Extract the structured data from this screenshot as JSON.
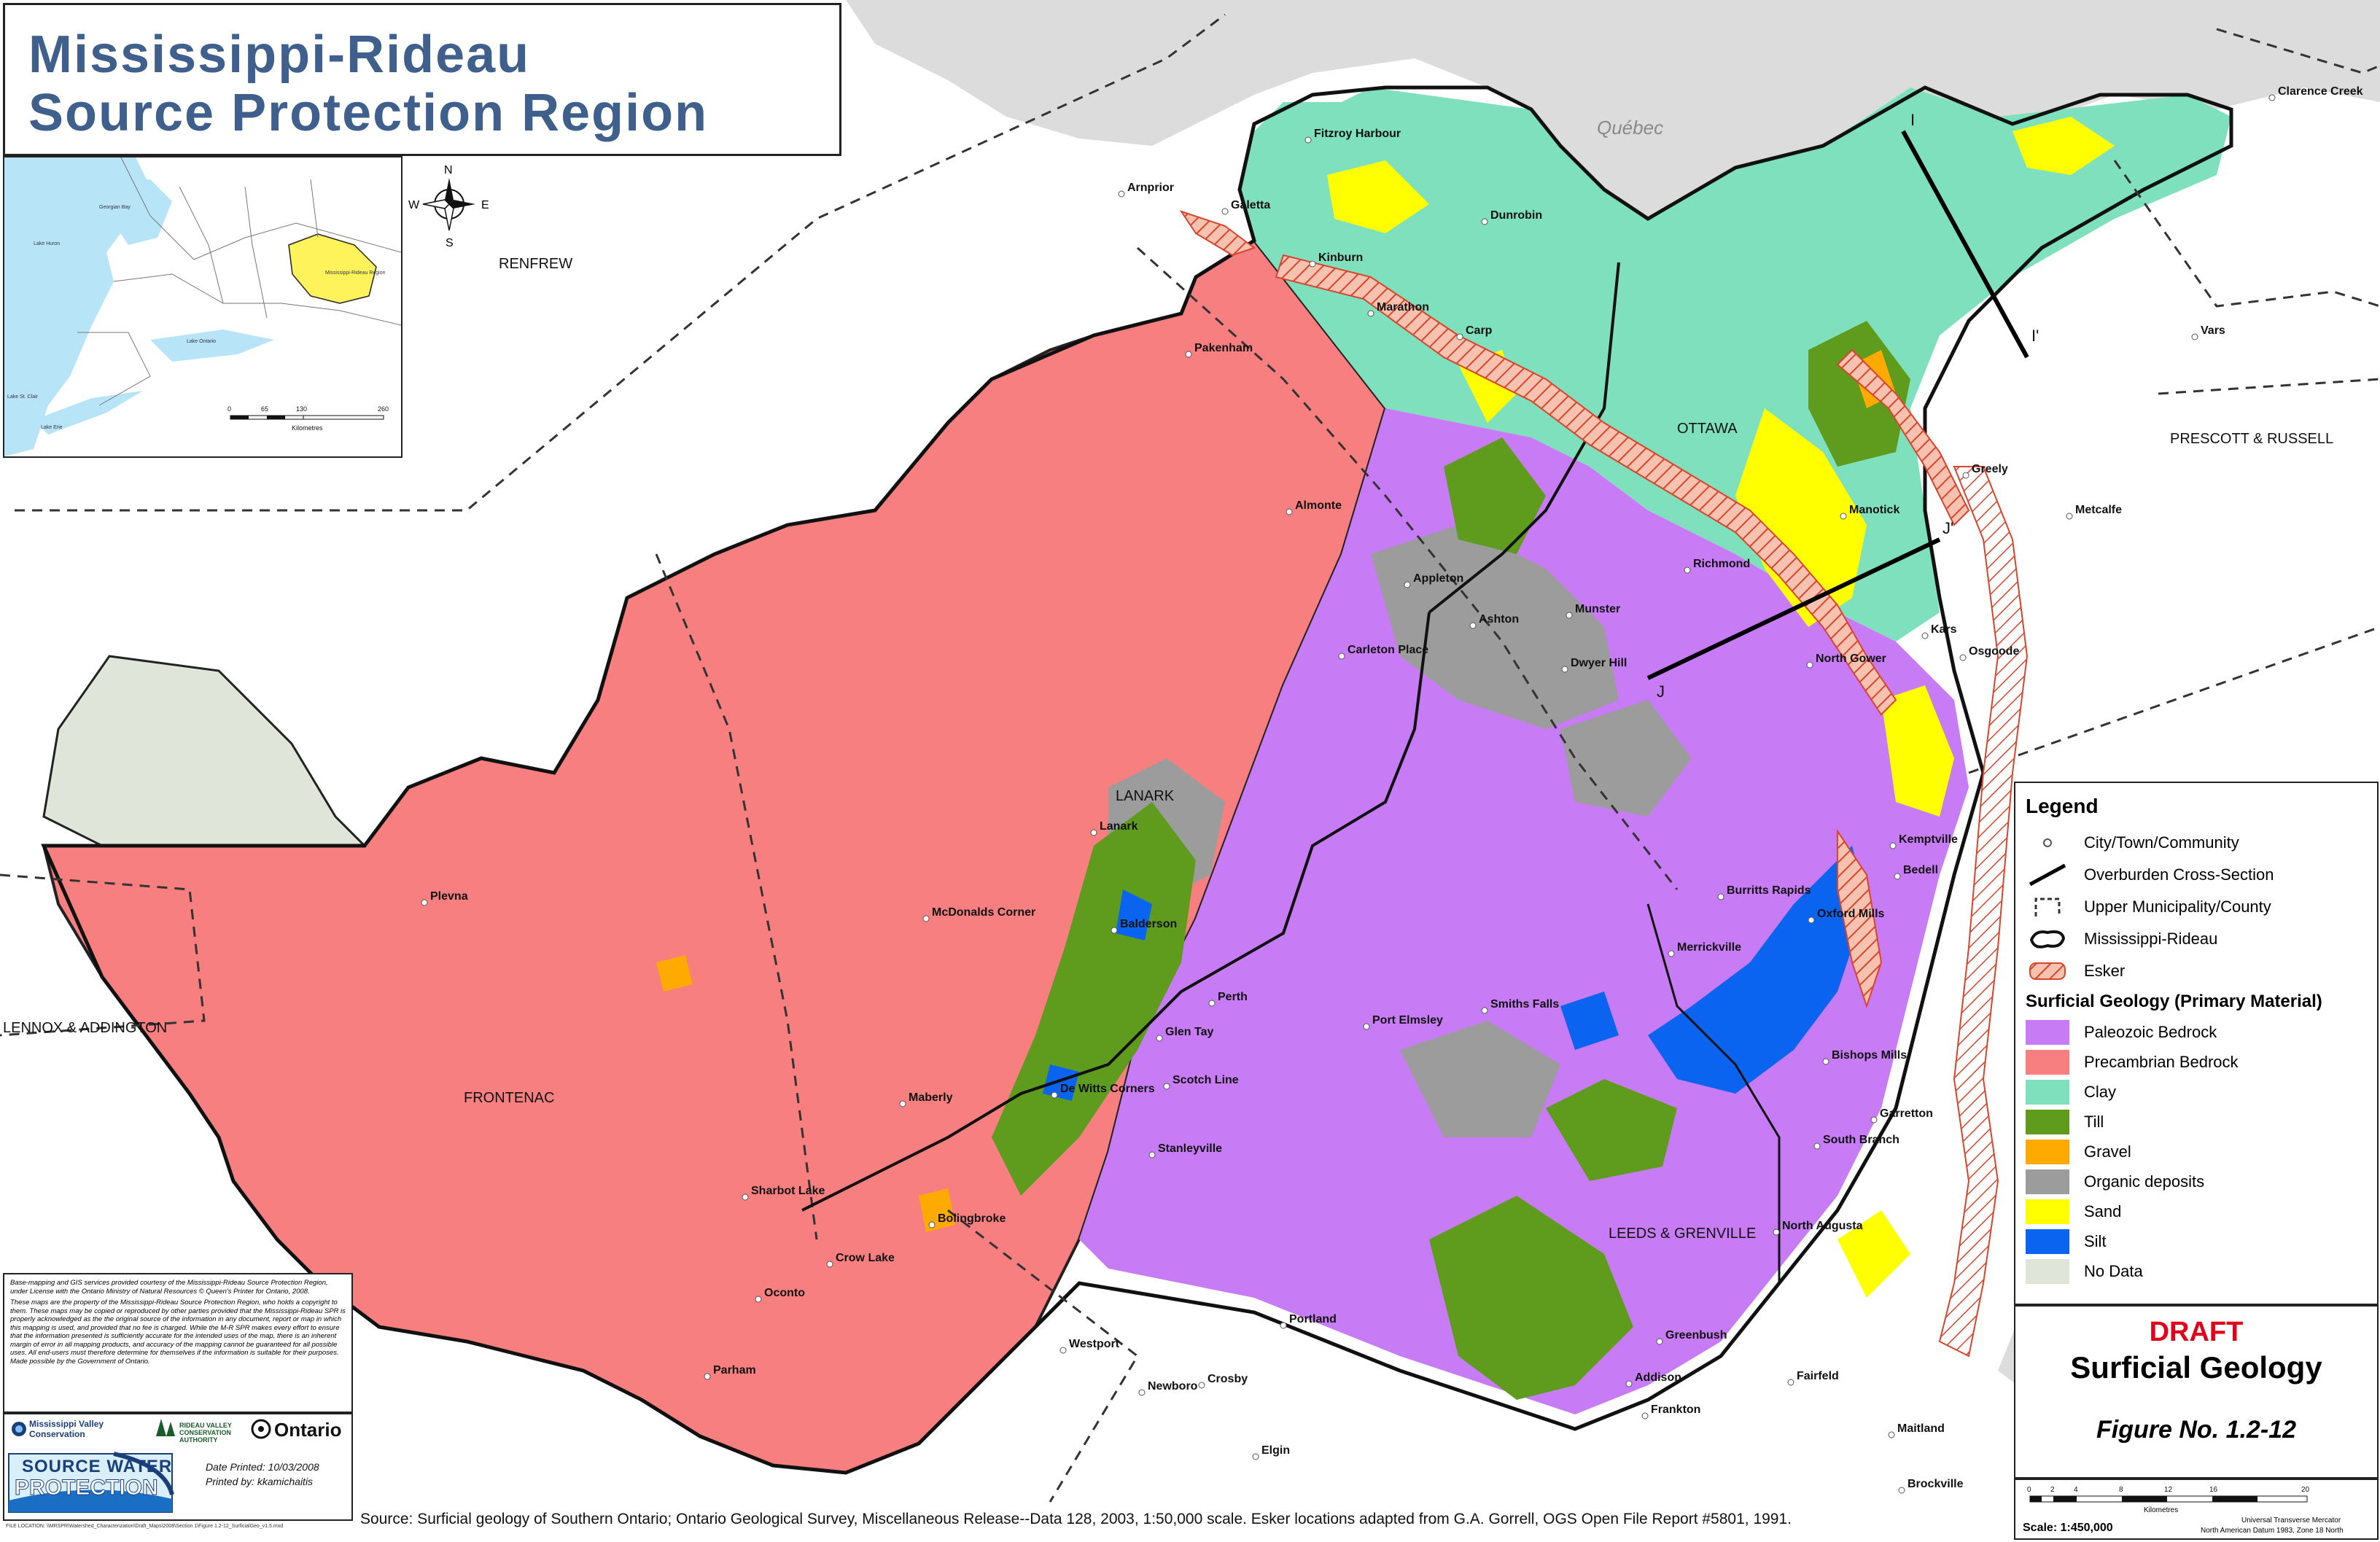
{
  "title": {
    "line1": "Mississippi-Rideau",
    "line2": "Source Protection Region"
  },
  "inset": {
    "labels": [
      "Georgian Bay",
      "Lake Huron",
      "Lake Ontario",
      "Lake St. Clair",
      "Lake Erie",
      "Mississippi-Rideau Region"
    ],
    "scale_ticks": [
      "0",
      "65",
      "130",
      "260"
    ],
    "scale_unit": "Kilometres"
  },
  "compass": {
    "n": "N",
    "s": "S",
    "e": "E",
    "w": "W"
  },
  "map_labels": {
    "quebec": "Québec",
    "regions": [
      {
        "name": "RENFREW"
      },
      {
        "name": "OTTAWA"
      },
      {
        "name": "PRESCOTT & RUSSELL"
      },
      {
        "name": "LANARK"
      },
      {
        "name": "LENNOX & ADDINGTON"
      },
      {
        "name": "FRONTENAC"
      },
      {
        "name": "LEEDS & GRENVILLE"
      }
    ],
    "places": [
      "Clarence Creek",
      "Fitzroy Harbour",
      "Arnprior",
      "Galetta",
      "Dunrobin",
      "Kinburn",
      "Marathon",
      "Carp",
      "Pakenham",
      "Vars",
      "Greely",
      "Metcalfe",
      "Manotick",
      "Almonte",
      "Richmond",
      "Appleton",
      "Munster",
      "Ashton",
      "Carleton Place",
      "Dwyer Hill",
      "Kars",
      "Osgoode",
      "North Gower",
      "Lanark",
      "Kemptville",
      "Bedell",
      "Plevna",
      "McDonalds Corner",
      "Burritts Rapids",
      "Oxford Mills",
      "Balderson",
      "Merrickville",
      "Perth",
      "Smiths Falls",
      "Port Elmsley",
      "Glen Tay",
      "Bishops Mills",
      "De Witts Corners",
      "Scotch Line",
      "Maberly",
      "Garretton",
      "South Branch",
      "Stanleyville",
      "Sharbot Lake",
      "Bolingbroke",
      "North Augusta",
      "Crow Lake",
      "Oconto",
      "Portland",
      "Greenbush",
      "Westport",
      "Parham",
      "Crosby",
      "Newboro",
      "Addison",
      "Fairfeld",
      "Frankton",
      "Maitland",
      "Elgin",
      "Brockville"
    ],
    "section_letters": [
      "I",
      "I'",
      "J",
      "J'"
    ]
  },
  "legend": {
    "title": "Legend",
    "symbols": [
      {
        "label": "City/Town/Community",
        "icon": "dot-icon"
      },
      {
        "label": "Overburden Cross-Section",
        "icon": "thick-line-icon"
      },
      {
        "label": "Upper Municipality/County",
        "icon": "dashed-boundary-icon"
      },
      {
        "label": "Mississippi-Rideau",
        "icon": "region-outline-icon"
      },
      {
        "label": "Esker",
        "icon": "hatched-esker-icon"
      }
    ],
    "geology_title": "Surficial Geology (Primary Material)",
    "geology": [
      {
        "label": "Paleozoic Bedrock",
        "color": "#c77cf5"
      },
      {
        "label": "Precambrian Bedrock",
        "color": "#f77f7f"
      },
      {
        "label": "Clay",
        "color": "#7fe0be"
      },
      {
        "label": "Till",
        "color": "#5f9c1e"
      },
      {
        "label": "Gravel",
        "color": "#ffaa00"
      },
      {
        "label": "Organic deposits",
        "color": "#9c9c9c"
      },
      {
        "label": "Sand",
        "color": "#ffff00"
      },
      {
        "label": "Silt",
        "color": "#0a64f0"
      },
      {
        "label": "No Data",
        "color": "#dfe5d8"
      }
    ]
  },
  "draft": {
    "status": "DRAFT",
    "subject": "Surficial Geology",
    "figure": "Figure No. 1.2-12"
  },
  "scale": {
    "ticks": [
      "0",
      "2",
      "4",
      "8",
      "12",
      "16",
      "20"
    ],
    "unit": "Kilometres",
    "ratio": "Scale:  1:450,000",
    "projection": "Universal Transverse Mercator",
    "datum": "North American Datum 1983, Zone 18 North"
  },
  "disclaimer": {
    "p1": "Base-mapping and GIS services provided courtesy of the Mississippi-Rideau Source Protection Region, under License with the Ontario Ministry of Natural Resources © Queen's Printer for Ontario, 2008.",
    "p2": "These maps are the property of the Mississippi-Rideau Source Protection Region, who holds a copyright to them. These maps may be copied or reproduced by other parties provided that the Mississippi-Rideau SPR is properly acknowledged as the the original source of the information in any document, report or map in which this mapping is used, and provided that no fee is charged. While the M-R SPR makes every effort to ensure that the information presented is sufficiently accurate for the intended uses of the map, there is an inherent margin of error in all mapping products, and accuracy of the mapping cannot be guaranteed for all possible uses. All end-users must therefore determine for themselves if the information is suitable for their purposes. Made possible by the Government of Ontario."
  },
  "logos": {
    "mvc": "Mississippi Valley Conservation",
    "rvca": "RIDEAU VALLEY CONSERVATION AUTHORITY",
    "ontario": "Ontario",
    "swp_top": "SOURCE WATER",
    "swp_bottom": "PROTECTION",
    "date_printed": "Date Printed:  10/03/2008",
    "printed_by": "Printed by: kkamichaitis"
  },
  "source": "Source: Surficial geology of Southern Ontario; Ontario Geological Survey, Miscellaneous Release--Data 128, 2003, 1:50,000 scale. Esker locations adapted from G.A. Gorrell, OGS Open File Report #5801, 1991.",
  "fileinfo": "FILE LOCATION: \\\\MRSPR\\Watershed_Characterization\\Draft_Maps\\2008\\Section 1\\Figure 1.2-12_SurficialGeo_v1.5.mxd"
}
